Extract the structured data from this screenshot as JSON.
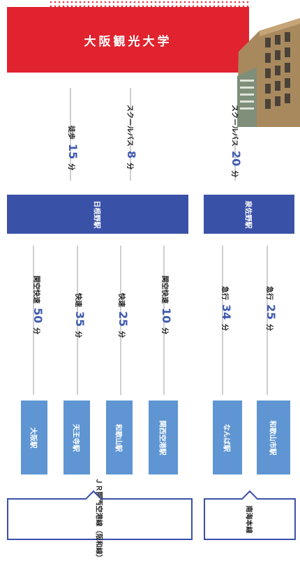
{
  "university": "大阪観光大学",
  "stations_mid": [
    {
      "name": "日根野駅"
    },
    {
      "name": "泉佐野駅"
    }
  ],
  "campus_links": [
    {
      "mode": "徒歩",
      "time": "15",
      "unit": "分"
    },
    {
      "mode": "スクールバス",
      "time": "8",
      "unit": "分"
    },
    {
      "mode": "スクールバス",
      "time": "20",
      "unit": "分"
    }
  ],
  "jr_routes": [
    {
      "service": "関空快速",
      "time": "50",
      "unit": "分"
    },
    {
      "service": "快速",
      "time": "35",
      "unit": "分"
    },
    {
      "service": "快速",
      "time": "25",
      "unit": "分"
    },
    {
      "service": "関空快速",
      "time": "10",
      "unit": "分"
    }
  ],
  "nankai_routes": [
    {
      "service": "急行",
      "time": "34",
      "unit": "分"
    },
    {
      "service": "急行",
      "time": "25",
      "unit": "分"
    }
  ],
  "origin_stations": [
    "大阪駅",
    "天王寺駅",
    "和歌山駅",
    "関西空港駅",
    "なんば駅",
    "和歌山市駅"
  ],
  "lines": [
    {
      "name": "ＪＲ関西空港線（阪和線）"
    },
    {
      "name": "南海本線"
    }
  ],
  "colors": {
    "red": "#e0232e",
    "navy": "#3a51a8",
    "light_blue": "#5e95d2",
    "accent_num": "#3f5bb0"
  }
}
